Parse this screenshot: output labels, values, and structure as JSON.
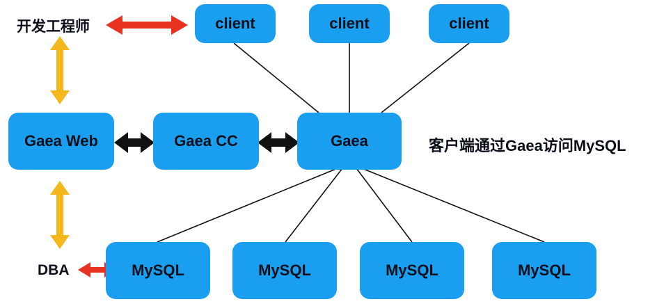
{
  "diagram": {
    "nodes": {
      "client1": "client",
      "client2": "client",
      "client3": "client",
      "gaea_web": "Gaea Web",
      "gaea_cc": "Gaea CC",
      "gaea": "Gaea",
      "mysql1": "MySQL",
      "mysql2": "MySQL",
      "mysql3": "MySQL",
      "mysql4": "MySQL"
    },
    "labels": {
      "developer": "开发工程师",
      "dba": "DBA",
      "note": "客户端通过Gaea访问MySQL"
    },
    "colors": {
      "node_fill": "#1a9ff0",
      "red_arrow": "#e8321f",
      "yellow_arrow": "#f5b81c",
      "black_arrow": "#111111",
      "line": "#111111"
    }
  }
}
